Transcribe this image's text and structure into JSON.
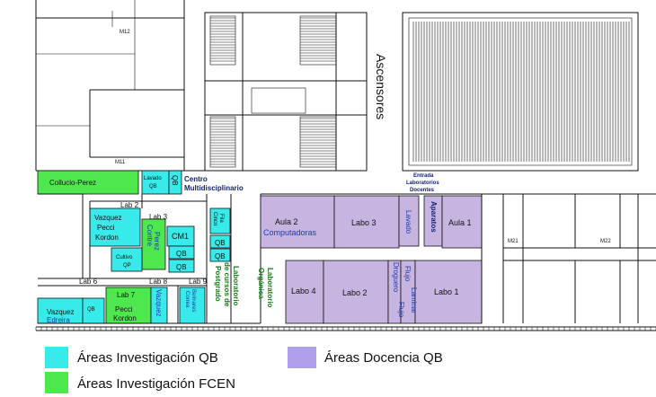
{
  "colors": {
    "qb_research": "#39eaea",
    "fcen_research": "#4ee84e",
    "teaching": "#c8b4e0",
    "teaching_legend": "#b0a0ec",
    "text_blue": "#1f3aa8",
    "text_green": "#177a17",
    "wall": "#111111"
  },
  "top": {
    "m12": "M12",
    "m11": "M11",
    "ascensores": "Ascensores",
    "entrada": [
      "Entrada",
      "Laboratorios",
      "Docentes"
    ]
  },
  "rooms": {
    "collucio": "Collucio-Perez",
    "lavado_qb": [
      "Lavado",
      "QB"
    ],
    "qb_top": "QB",
    "centro": [
      "Centro",
      "Multidisciplinario"
    ],
    "lab2": "Lab 2",
    "lab3": "Lab 3",
    "vazquez_pecci": [
      "Vazquez",
      "Pecci",
      "Kordon"
    ],
    "cinco_fila": [
      "Cinco",
      "Fila"
    ],
    "contreras_perez": [
      "Contre",
      "Perez"
    ],
    "cm1": "CM1",
    "qb_a": "QB",
    "qb_b": "QB",
    "qb_c": "QB",
    "qb_d": "QB",
    "cultivo": [
      "Cultivo",
      "QP"
    ],
    "lab6": "Lab 6",
    "lab7": "Lab 7",
    "lab8": "Lab 8",
    "lab9": "Lab 9",
    "vazquez_edreira": [
      "Vazquez",
      "Edreira"
    ],
    "qb_small": "QB",
    "pecci_kordon": [
      "Pecci",
      "Kordon"
    ],
    "vazquez_vert": "Vazquez",
    "correa": [
      "Correa",
      "Belmares"
    ],
    "lab_postgrado": [
      "Laboratorio",
      "de cursos de",
      "Postgrado"
    ],
    "lab_organica": [
      "Laboratorio",
      "Orgánica"
    ],
    "aula2": [
      "Aula 2",
      "Computadoras"
    ],
    "labo3": "Labo 3",
    "lavado": "Lavado",
    "aparatos": "Aparatos",
    "aula1": "Aula 1",
    "labo4": "Labo 4",
    "labo2": "Labo 2",
    "flujo": [
      "Flujo",
      "Laminar"
    ],
    "droguero": [
      "Droguero",
      "Flujo"
    ],
    "labo1": "Labo 1",
    "m21": "M21",
    "m22": "M22"
  },
  "legend": [
    {
      "label": "Áreas Investigación QB",
      "color": "#39eaea"
    },
    {
      "label": "Áreas Docencia QB",
      "color": "#b0a0ec"
    },
    {
      "label": "Áreas Investigación FCEN",
      "color": "#4ee84e"
    }
  ]
}
